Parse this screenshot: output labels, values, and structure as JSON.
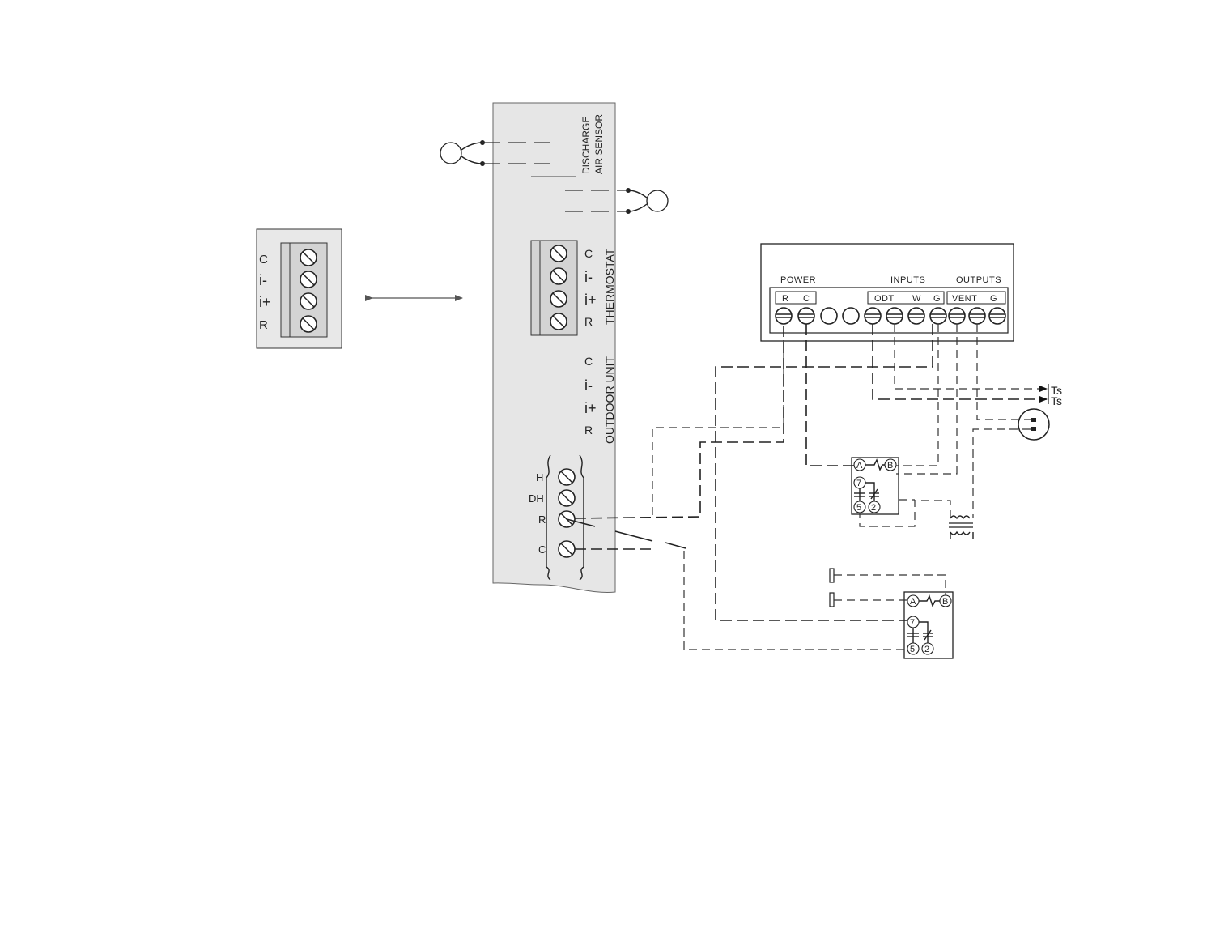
{
  "thermostat_plate": {
    "labels": [
      "C",
      "i-",
      "i+",
      "R"
    ]
  },
  "control_panel": {
    "discharge_sensor_label_line1": "DISCHARGE",
    "discharge_sensor_label_line2": "AIR SENSOR",
    "thermostat_terminals": [
      "C",
      "i-",
      "i+",
      "R"
    ],
    "thermostat_label": "THERMOSTAT",
    "outdoor_terminals": [
      "C",
      "i-",
      "i+",
      "R"
    ],
    "outdoor_label": "OUTDOOR UNIT",
    "equipment_terminals": [
      "H",
      "DH",
      "R",
      "C"
    ]
  },
  "ventilation_control": {
    "power_label": "POWER",
    "inputs_label": "INPUTS",
    "outputs_label": "OUTPUTS",
    "power_terminals": [
      "R",
      "C"
    ],
    "input_terminals": [
      "ODT",
      "W",
      "G"
    ],
    "output_terminals": [
      "VENT",
      "G"
    ]
  },
  "sensors": {
    "ts_top": "Ts",
    "ts_bottom": "Ts"
  },
  "relay_1": {
    "coil_a": "A",
    "coil_b": "B",
    "contact_7": "7",
    "contact_5": "5",
    "contact_2": "2"
  },
  "relay_2": {
    "coil_a": "A",
    "coil_b": "B",
    "contact_7": "7",
    "contact_5": "5",
    "contact_2": "2"
  }
}
